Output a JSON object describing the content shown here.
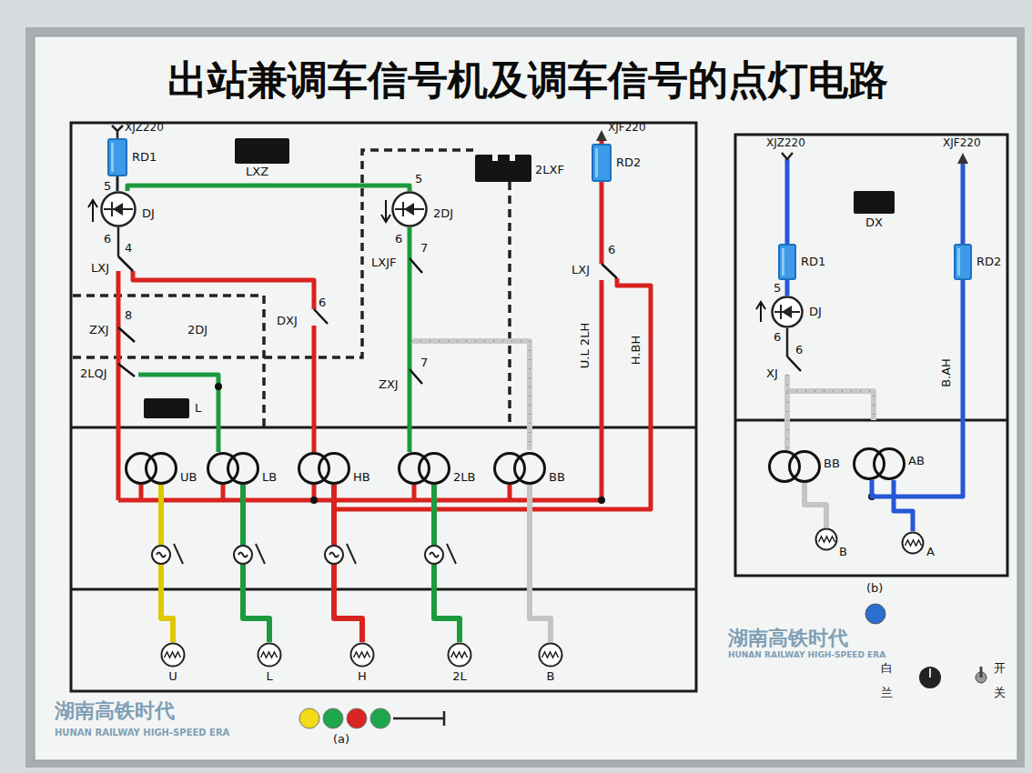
{
  "diagram": {
    "title": "出站兼调车信号机及调车信号的点灯电路",
    "nodes": [
      {
        "text": [
          "RD1"
        ]
      },
      {
        "text": [
          "LXZ"
        ]
      },
      {
        "text": [
          "2LXF"
        ]
      },
      {
        "text": [
          "RD2"
        ]
      },
      {
        "text": [
          "DJ"
        ]
      },
      {
        "text": [
          "2DJ"
        ]
      },
      {
        "text": [
          "L"
        ]
      },
      {
        "text": [
          "UB"
        ]
      },
      {
        "text": [
          "LB"
        ]
      },
      {
        "text": [
          "HB"
        ]
      },
      {
        "text": [
          "2LB"
        ]
      },
      {
        "text": [
          "BB"
        ]
      },
      {
        "text": [
          "U"
        ]
      },
      {
        "text": [
          "L"
        ]
      },
      {
        "text": [
          "H"
        ]
      },
      {
        "text": [
          "2L"
        ]
      },
      {
        "text": [
          "B"
        ]
      },
      {
        "text": [
          "DX"
        ]
      },
      {
        "text": [
          "RD1"
        ]
      },
      {
        "text": [
          "RD2"
        ]
      },
      {
        "text": [
          "DJ"
        ]
      },
      {
        "text": [
          "BB"
        ]
      },
      {
        "text": [
          "AB"
        ]
      },
      {
        "text": [
          "B"
        ]
      },
      {
        "text": [
          "A"
        ]
      }
    ],
    "edges": [
      {
        "from": 0,
        "to": 4,
        "arrow": "none"
      },
      {
        "from": 4,
        "to": 5,
        "arrow": "none"
      },
      {
        "from": 7,
        "to": 12,
        "arrow": "none"
      },
      {
        "from": 8,
        "to": 13,
        "arrow": "none"
      },
      {
        "from": 9,
        "to": 14,
        "arrow": "none"
      },
      {
        "from": 10,
        "to": 15,
        "arrow": "none"
      },
      {
        "from": 11,
        "to": 16,
        "arrow": "none"
      },
      {
        "from": 18,
        "to": 20,
        "arrow": "none"
      },
      {
        "from": 22,
        "to": 24,
        "arrow": "none"
      },
      {
        "from": 21,
        "to": 23,
        "arrow": "none"
      },
      {
        "from": 19,
        "to": 22,
        "arrow": "none"
      }
    ],
    "labels": [
      "XJZ220",
      "XJF220",
      "5",
      "6",
      "4",
      "LXJ",
      "8",
      "ZXJ",
      "2DJ",
      "2LQJ",
      "DXJ",
      "6",
      "5",
      "6",
      "LXJF",
      "7",
      "ZXJ",
      "7",
      "6",
      "LXJ",
      "U.L 2LH",
      "H.BH",
      "(a)",
      "XJZ220",
      "XJF220",
      "5",
      "6",
      "6",
      "XJ",
      "B.AH",
      "(b)",
      "白",
      "兰",
      "开",
      "关",
      "湖南高铁时代",
      "HUNAN RAILWAY HIGH-SPEED ERA",
      "湖南高铁时代",
      "HUNAN RAILWAY HIGH-SPEED ERA"
    ]
  }
}
